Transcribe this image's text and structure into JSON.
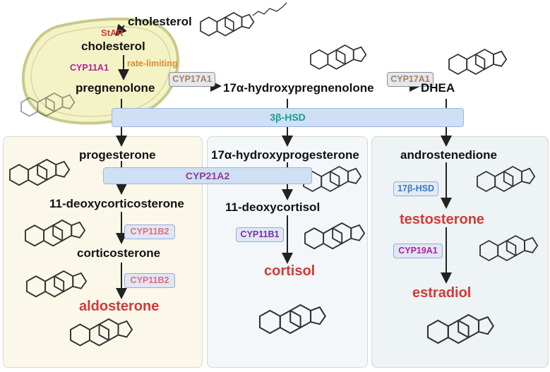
{
  "top": {
    "cholesterol_outer": "cholesterol",
    "star": "StAR",
    "cholesterol_inner": "cholesterol",
    "cyp11a1": "CYP11A1",
    "rate_limiting": "rate-limiting",
    "pregnenolone": "pregnenolone",
    "cyp17a1_left": "CYP17A1",
    "hydroxypregnenolone": "17α-hydroxypregnenolone",
    "cyp17a1_right": "CYP17A1",
    "dhea": "DHEA",
    "hsd3b": "3β-HSD"
  },
  "left_column": {
    "progesterone": "progesterone",
    "deoxycorticosterone": "11-deoxycorticosterone",
    "cyp11b2_a": "CYP11B2",
    "corticosterone": "corticosterone",
    "cyp11b2_b": "CYP11B2",
    "aldosterone": "aldosterone"
  },
  "shared": {
    "cyp21a2": "CYP21A2"
  },
  "middle_column": {
    "hydroxyprogesterone": "17α-hydroxyprogesterone",
    "deoxycortisol": "11-deoxycortisol",
    "cyp11b1": "CYP11B1",
    "cortisol": "cortisol"
  },
  "right_column": {
    "androstenedione": "androstenedione",
    "hsd17b": "17β-HSD",
    "testosterone": "testosterone",
    "cyp19a1": "CYP19A1",
    "estradiol": "estradiol"
  },
  "colors": {
    "product_red": "#d23a35",
    "mitochondrion_fill": "#f4f3c6",
    "mitochondrion_border": "#c9c98a",
    "left_panel": "#fbf8ea",
    "middle_panel": "#f3f7f9",
    "right_panel": "#eef3f5"
  },
  "icons": [
    "mitochondrion-icon",
    "steroid-structure-icon"
  ]
}
